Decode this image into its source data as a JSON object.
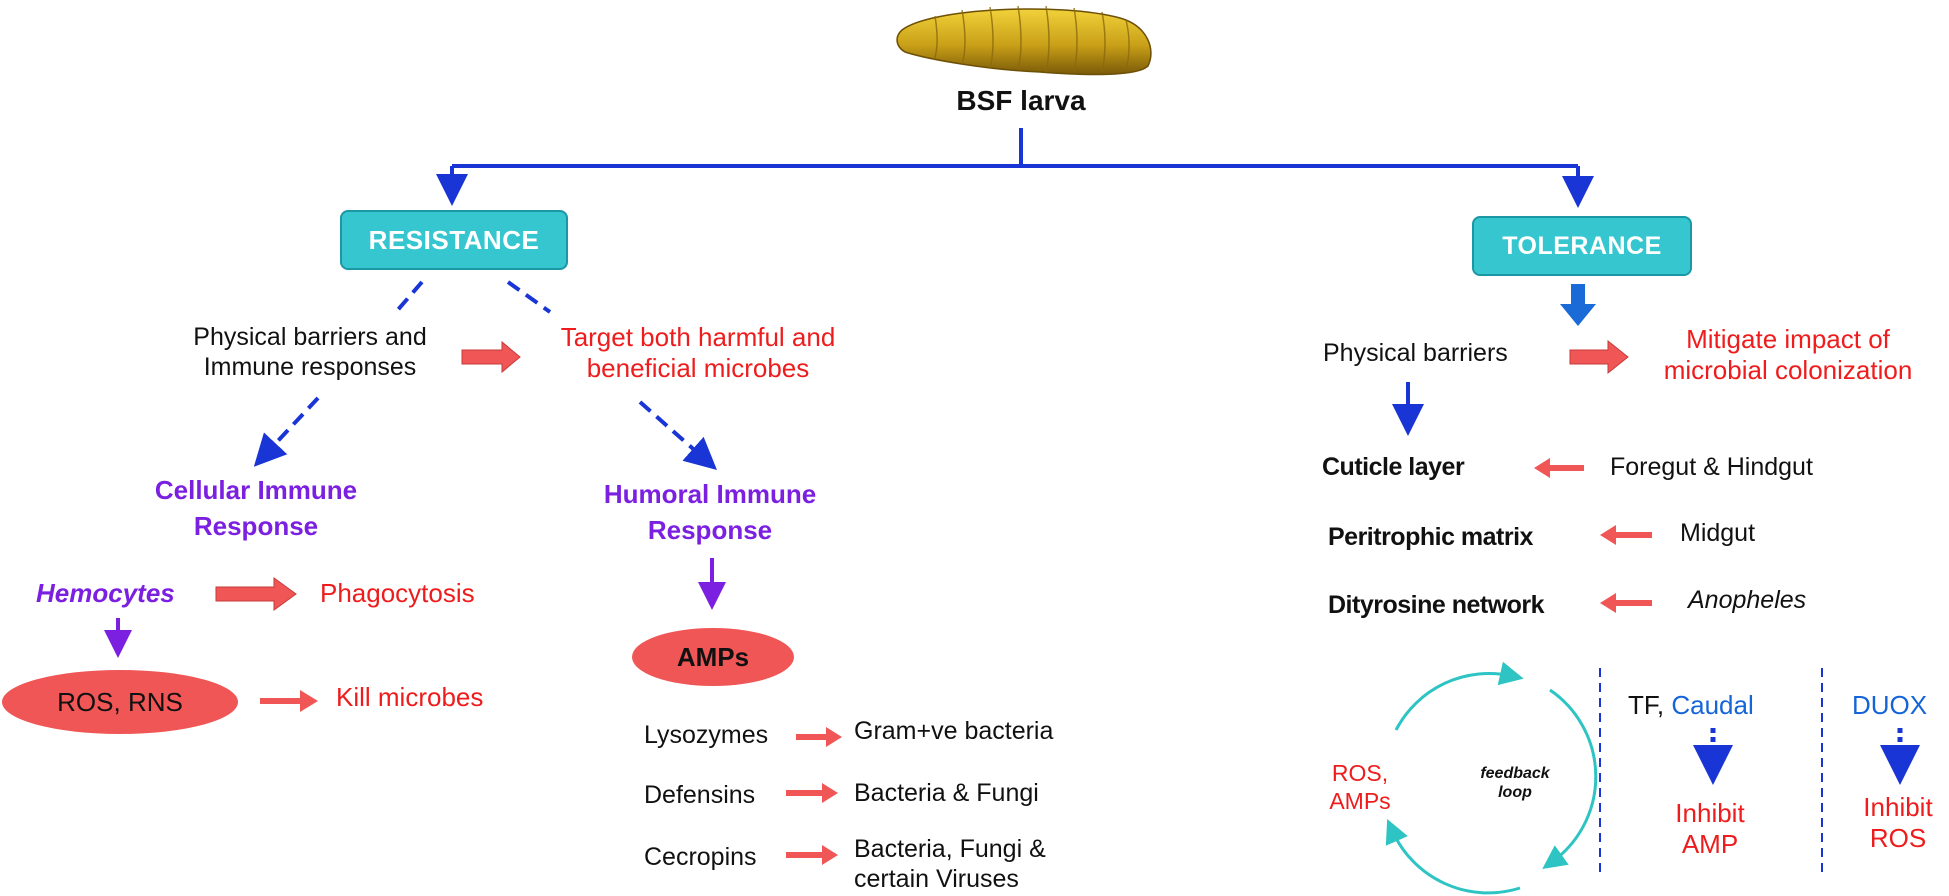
{
  "title": "BSF larva",
  "resistance": {
    "label": "RESISTANCE",
    "mechanism": [
      "Physical barriers and",
      "Immune responses"
    ],
    "target": [
      "Target both harmful and",
      "beneficial microbes"
    ],
    "cellular": {
      "title": [
        "Cellular  Immune",
        "Response"
      ],
      "hemocytes": "Hemocytes",
      "phagocytosis": "Phagocytosis",
      "ros_rns": "ROS, RNS",
      "kill": "Kill microbes"
    },
    "humoral": {
      "title": [
        "Humoral  Immune",
        "Response"
      ],
      "amps": "AMPs",
      "rows": [
        {
          "name": "Lysozymes",
          "target": [
            "Gram+ve bacteria"
          ]
        },
        {
          "name": "Defensins",
          "target": [
            "Bacteria & Fungi"
          ]
        },
        {
          "name": "Cecropins",
          "target": [
            "Bacteria, Fungi &",
            "certain Viruses"
          ]
        }
      ]
    }
  },
  "tolerance": {
    "label": "TOLERANCE",
    "barriers": "Physical barriers",
    "mitigate": [
      "Mitigate impact of",
      "microbial colonization"
    ],
    "rows": [
      {
        "name": "Cuticle layer",
        "source": "Foregut & Hindgut",
        "italic": false
      },
      {
        "name": "Peritrophic matrix",
        "source": "Midgut",
        "italic": false
      },
      {
        "name": "Dityrosine network",
        "source": "Anopheles",
        "italic": true
      }
    ],
    "loop": {
      "left": [
        "ROS,",
        "AMPs"
      ],
      "right": [
        "feedback",
        "loop"
      ]
    },
    "tf": {
      "prefix": "TF, ",
      "name": "Caudal",
      "effect": [
        "Inhibit",
        "AMP"
      ]
    },
    "duox": {
      "name": "DUOX",
      "effect": [
        "Inhibit",
        "ROS"
      ]
    }
  },
  "colors": {
    "box": "#36c6cf",
    "blue_line": "#1a35d6",
    "red_arrow": "#ef5655",
    "purple": "#7b1fe0",
    "teal_loop": "#2ec4c4"
  },
  "icons": [
    "larva-image",
    "red-block-arrow",
    "blue-dashed-arrow",
    "purple-arrow",
    "blue-block-arrow"
  ]
}
